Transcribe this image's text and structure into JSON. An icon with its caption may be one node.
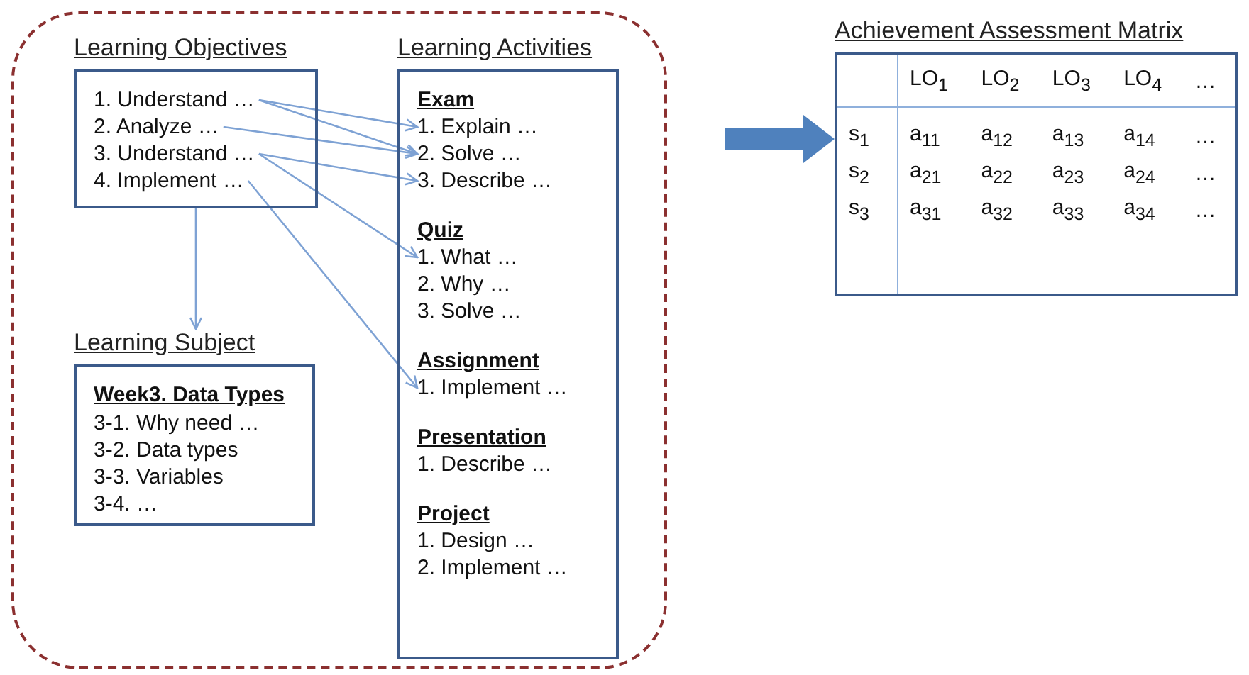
{
  "diagram": {
    "nodes": [
      {
        "text": [],
        "shape": "box"
      },
      {
        "text": [
          "Learning Objectives"
        ],
        "in": 0
      },
      {
        "text": [
          "1. Understand …"
        ],
        "in": 1
      },
      {
        "text": [
          "2. Analyze …"
        ],
        "in": 1
      },
      {
        "text": [
          "3. Understand …"
        ],
        "in": 1
      },
      {
        "text": [
          "4. Implement …"
        ],
        "in": 1
      },
      {
        "text": [
          "Learning Subject",
          "Week3. Data Types",
          "3-1. Why need …",
          "3-2. Data types",
          "3-3. Variables",
          "3-4. …"
        ],
        "in": 0
      },
      {
        "text": [
          "Learning Activities"
        ],
        "in": 0
      },
      {
        "text": [
          "Exam"
        ],
        "in": 7
      },
      {
        "text": [
          "1. Explain …"
        ],
        "in": 8
      },
      {
        "text": [
          "2. Solve …"
        ],
        "in": 8
      },
      {
        "text": [
          "3. Describe …"
        ],
        "in": 8
      },
      {
        "text": [
          "Quiz"
        ],
        "in": 7
      },
      {
        "text": [
          "1. What …"
        ],
        "in": 12
      },
      {
        "text": [
          "2. Why …"
        ],
        "in": 12
      },
      {
        "text": [
          "3. Solve …"
        ],
        "in": 12
      },
      {
        "text": [
          "Assignment"
        ],
        "in": 7
      },
      {
        "text": [
          "1. Implement …"
        ],
        "in": 16
      },
      {
        "text": [
          "Presentation"
        ],
        "in": 7
      },
      {
        "text": [
          "1. Describe …"
        ],
        "in": 18
      },
      {
        "text": [
          "Project"
        ],
        "in": 7
      },
      {
        "text": [
          "1. Design …"
        ],
        "in": 20
      },
      {
        "text": [
          "2. Implement …"
        ],
        "in": 20
      },
      {
        "text": [
          "Achievement Assessment Matrix"
        ]
      }
    ],
    "edges": [
      {
        "from": 2,
        "to": 9,
        "arrow": "to"
      },
      {
        "from": 2,
        "to": 10,
        "arrow": "to"
      },
      {
        "from": 3,
        "to": 10,
        "arrow": "to"
      },
      {
        "from": 4,
        "to": 11,
        "arrow": "to"
      },
      {
        "from": 4,
        "to": 13,
        "arrow": "to"
      },
      {
        "from": 5,
        "to": 17,
        "arrow": "to"
      },
      {
        "from": 1,
        "to": 6,
        "arrow": "to"
      },
      {
        "from": 0,
        "to": 23,
        "arrow": "to",
        "style": "thick",
        "color": "#4f81bd"
      }
    ],
    "labels": [
      "LO$_{1}$",
      "LO$_{2}$",
      "LO$_{3}$",
      "LO$_{4}$",
      "…",
      "s$_{1}$",
      "a$_{11}$",
      "a$_{12}$",
      "a$_{13}$",
      "a$_{14}$",
      "…",
      "s$_{2}$",
      "a$_{21}$",
      "a$_{22}$",
      "a$_{23}$",
      "a$_{24}$",
      "…",
      "s$_{3}$",
      "a$_{31}$",
      "a$_{32}$",
      "a$_{33}$",
      "a$_{34}$",
      "…"
    ]
  }
}
